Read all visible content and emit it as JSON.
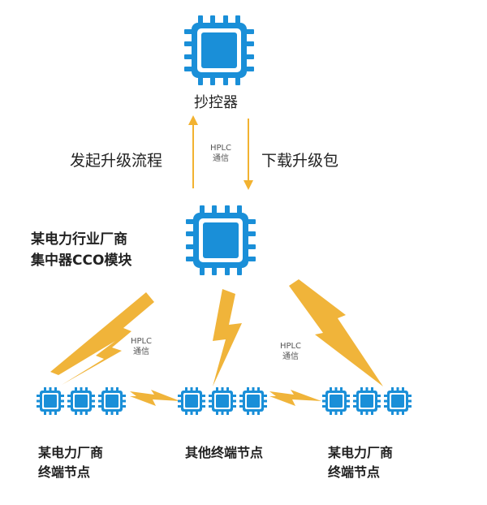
{
  "colors": {
    "chip_blue": "#1a8fd8",
    "chip_inner": "#ffffff",
    "arrow_orange": "#f2b230",
    "bolt_orange": "#f0b43a",
    "text": "#222222"
  },
  "top_chip": {
    "label": "抄控器"
  },
  "link": {
    "left_label": "发起升级流程",
    "right_label": "下载升级包",
    "comm_line1": "HPLC",
    "comm_line2": "通信"
  },
  "cco": {
    "label_line1": "某电力行业厂商",
    "label_line2": "集中器CCO模块"
  },
  "mesh_comm_left": {
    "line1": "HPLC",
    "line2": "通信"
  },
  "mesh_comm_right": {
    "line1": "HPLC",
    "line2": "通信"
  },
  "groups": [
    {
      "line1": "某电力厂商",
      "line2": "终端节点"
    },
    {
      "line1": "其他终端节点",
      "line2": ""
    },
    {
      "line1": "某电力厂商",
      "line2": "终端节点"
    }
  ]
}
